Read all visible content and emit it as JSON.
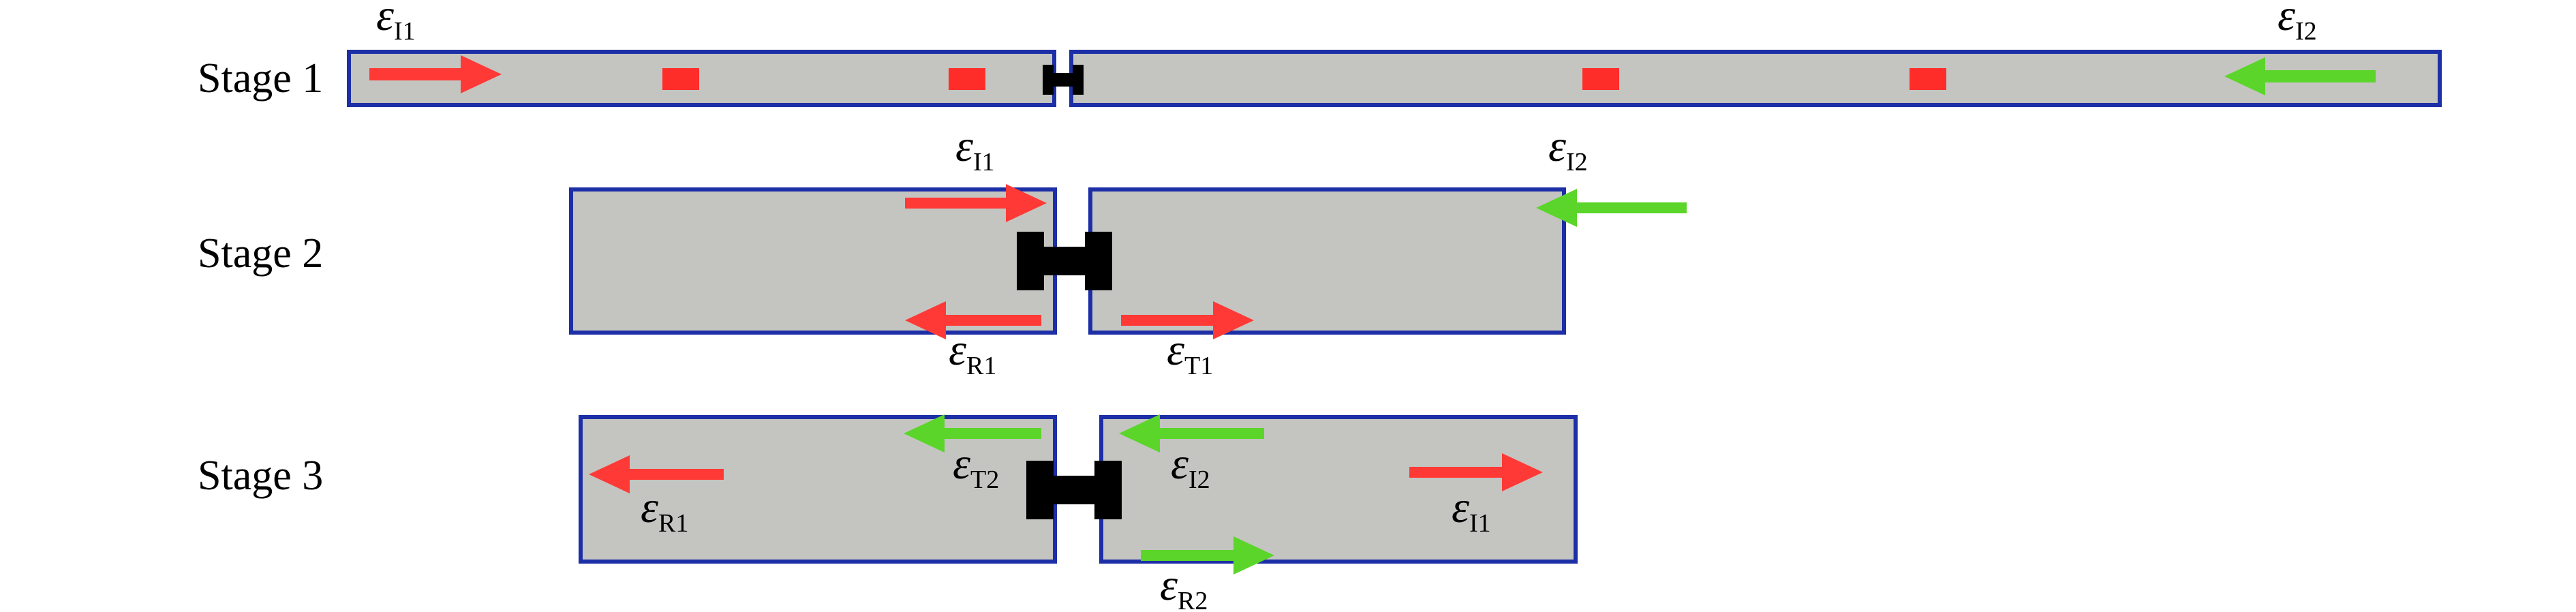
{
  "colors": {
    "bar_fill": "#c4c5c1",
    "bar_border": "#1d2fa6",
    "incident_wave_1": "#ff3a36",
    "incident_wave_2": "#5bd52a",
    "strain_gauge": "#ff2d2a",
    "specimen": "#000000"
  },
  "stages": [
    {
      "label": "Stage 1",
      "waves": [
        {
          "symbol": "ε",
          "subscript": "I1",
          "color_key": "incident_wave_1",
          "direction": "right"
        },
        {
          "symbol": "ε",
          "subscript": "I2",
          "color_key": "incident_wave_2",
          "direction": "left"
        }
      ]
    },
    {
      "label": "Stage 2",
      "waves": [
        {
          "symbol": "ε",
          "subscript": "I1",
          "color_key": "incident_wave_1",
          "direction": "right"
        },
        {
          "symbol": "ε",
          "subscript": "I2",
          "color_key": "incident_wave_2",
          "direction": "left"
        },
        {
          "symbol": "ε",
          "subscript": "R1",
          "color_key": "incident_wave_1",
          "direction": "left"
        },
        {
          "symbol": "ε",
          "subscript": "T1",
          "color_key": "incident_wave_1",
          "direction": "right"
        }
      ]
    },
    {
      "label": "Stage 3",
      "waves": [
        {
          "symbol": "ε",
          "subscript": "R1",
          "color_key": "incident_wave_1",
          "direction": "left"
        },
        {
          "symbol": "ε",
          "subscript": "T2",
          "color_key": "incident_wave_2",
          "direction": "left"
        },
        {
          "symbol": "ε",
          "subscript": "I2",
          "color_key": "incident_wave_2",
          "direction": "left"
        },
        {
          "symbol": "ε",
          "subscript": "I1",
          "color_key": "incident_wave_1",
          "direction": "right"
        },
        {
          "symbol": "ε",
          "subscript": "R2",
          "color_key": "incident_wave_2",
          "direction": "right"
        }
      ]
    }
  ]
}
